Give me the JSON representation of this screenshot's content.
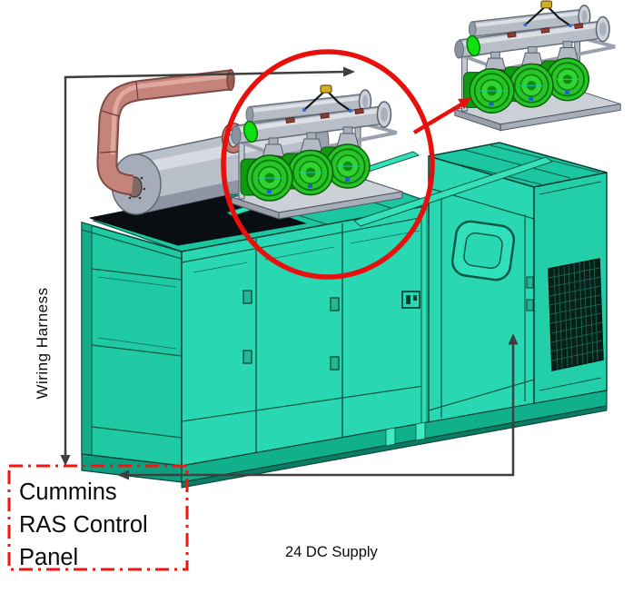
{
  "labels": {
    "wiring_harness": "Wiring Harness",
    "control_panel_line1": "Cummins",
    "control_panel_line2": "RAS Control",
    "control_panel_line3": "Panel",
    "dc_supply": "24 DC Supply"
  },
  "colors": {
    "enclosure_teal": "#29d8b3",
    "enclosure_teal_dark": "#14ad8c",
    "enclosure_roof": "#1cc6a0",
    "enclosure_edge": "#0b5843",
    "exhaust_pipe_salmon": "#c4837b",
    "silencer_gray": "#b9c0ca",
    "pump_green": "#27c427",
    "valve_disc_green": "#10df10",
    "frame_gray": "#c3c9d2",
    "collar_maroon": "#8c3a32",
    "highlight_red": "#e8100c",
    "callout_box_red": "#f2150f",
    "annotation_gray": "#3f3f3f",
    "label_text": "#0a0a0a",
    "background": "#ffffff"
  },
  "icons": {
    "harness_arrow_down": "arrow-down-icon",
    "harness_arrow_right": "arrow-right-icon",
    "dc_arrow_left": "arrow-left-icon",
    "dc_arrow_up": "arrow-up-icon",
    "detail_callout": "red-arrow-icon",
    "highlight": "red-ellipse-highlight-icon",
    "lifting_hook": "lifting-hook-icon"
  }
}
